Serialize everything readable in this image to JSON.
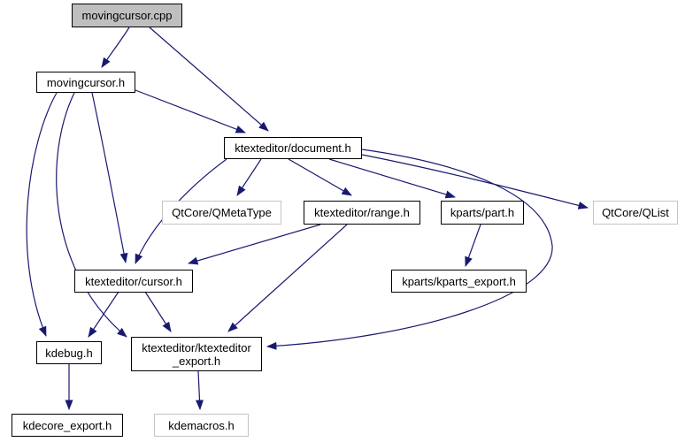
{
  "diagram": {
    "kind": "include-dependency-graph",
    "root_node": "movingcursor.cpp",
    "colors": {
      "background": "#ffffff",
      "edge": "#191970",
      "node_border": "#000000",
      "external_node_border": "#c4c4c4",
      "root_node_fill": "#bfbfbf",
      "text": "#000000"
    },
    "nodes": {
      "movingcursor_cpp": {
        "label": "movingcursor.cpp"
      },
      "movingcursor_h": {
        "label": "movingcursor.h"
      },
      "document_h": {
        "label": "ktexteditor/document.h"
      },
      "qmetatype": {
        "label": "QtCore/QMetaType"
      },
      "range_h": {
        "label": "ktexteditor/range.h"
      },
      "part_h": {
        "label": "kparts/part.h"
      },
      "qlist": {
        "label": "QtCore/QList"
      },
      "kparts_export_h": {
        "label": "kparts/kparts_export.h"
      },
      "cursor_h": {
        "label": "ktexteditor/cursor.h"
      },
      "kdebug_h": {
        "label": "kdebug.h"
      },
      "ktexteditor_export_h": {
        "label": "ktexteditor/ktexteditor _export.h"
      },
      "kdecore_export_h": {
        "label": "kdecore_export.h"
      },
      "kdemacros_h": {
        "label": "kdemacros.h"
      }
    },
    "edges": [
      {
        "from": "movingcursor.cpp",
        "to": "movingcursor.h"
      },
      {
        "from": "movingcursor.cpp",
        "to": "ktexteditor/document.h"
      },
      {
        "from": "movingcursor.h",
        "to": "ktexteditor/document.h"
      },
      {
        "from": "movingcursor.h",
        "to": "ktexteditor/cursor.h"
      },
      {
        "from": "movingcursor.h",
        "to": "kdebug.h"
      },
      {
        "from": "movingcursor.h",
        "to": "ktexteditor/ktexteditor_export.h"
      },
      {
        "from": "ktexteditor/document.h",
        "to": "QtCore/QMetaType"
      },
      {
        "from": "ktexteditor/document.h",
        "to": "ktexteditor/range.h"
      },
      {
        "from": "ktexteditor/document.h",
        "to": "kparts/part.h"
      },
      {
        "from": "ktexteditor/document.h",
        "to": "QtCore/QList"
      },
      {
        "from": "ktexteditor/document.h",
        "to": "ktexteditor/cursor.h"
      },
      {
        "from": "ktexteditor/document.h",
        "to": "ktexteditor/ktexteditor_export.h"
      },
      {
        "from": "ktexteditor/range.h",
        "to": "ktexteditor/cursor.h"
      },
      {
        "from": "ktexteditor/range.h",
        "to": "ktexteditor/ktexteditor_export.h"
      },
      {
        "from": "kparts/part.h",
        "to": "kparts/kparts_export.h"
      },
      {
        "from": "ktexteditor/cursor.h",
        "to": "kdebug.h"
      },
      {
        "from": "ktexteditor/cursor.h",
        "to": "ktexteditor/ktexteditor_export.h"
      },
      {
        "from": "kdebug.h",
        "to": "kdecore_export.h"
      },
      {
        "from": "ktexteditor/ktexteditor_export.h",
        "to": "kdemacros.h"
      }
    ]
  }
}
